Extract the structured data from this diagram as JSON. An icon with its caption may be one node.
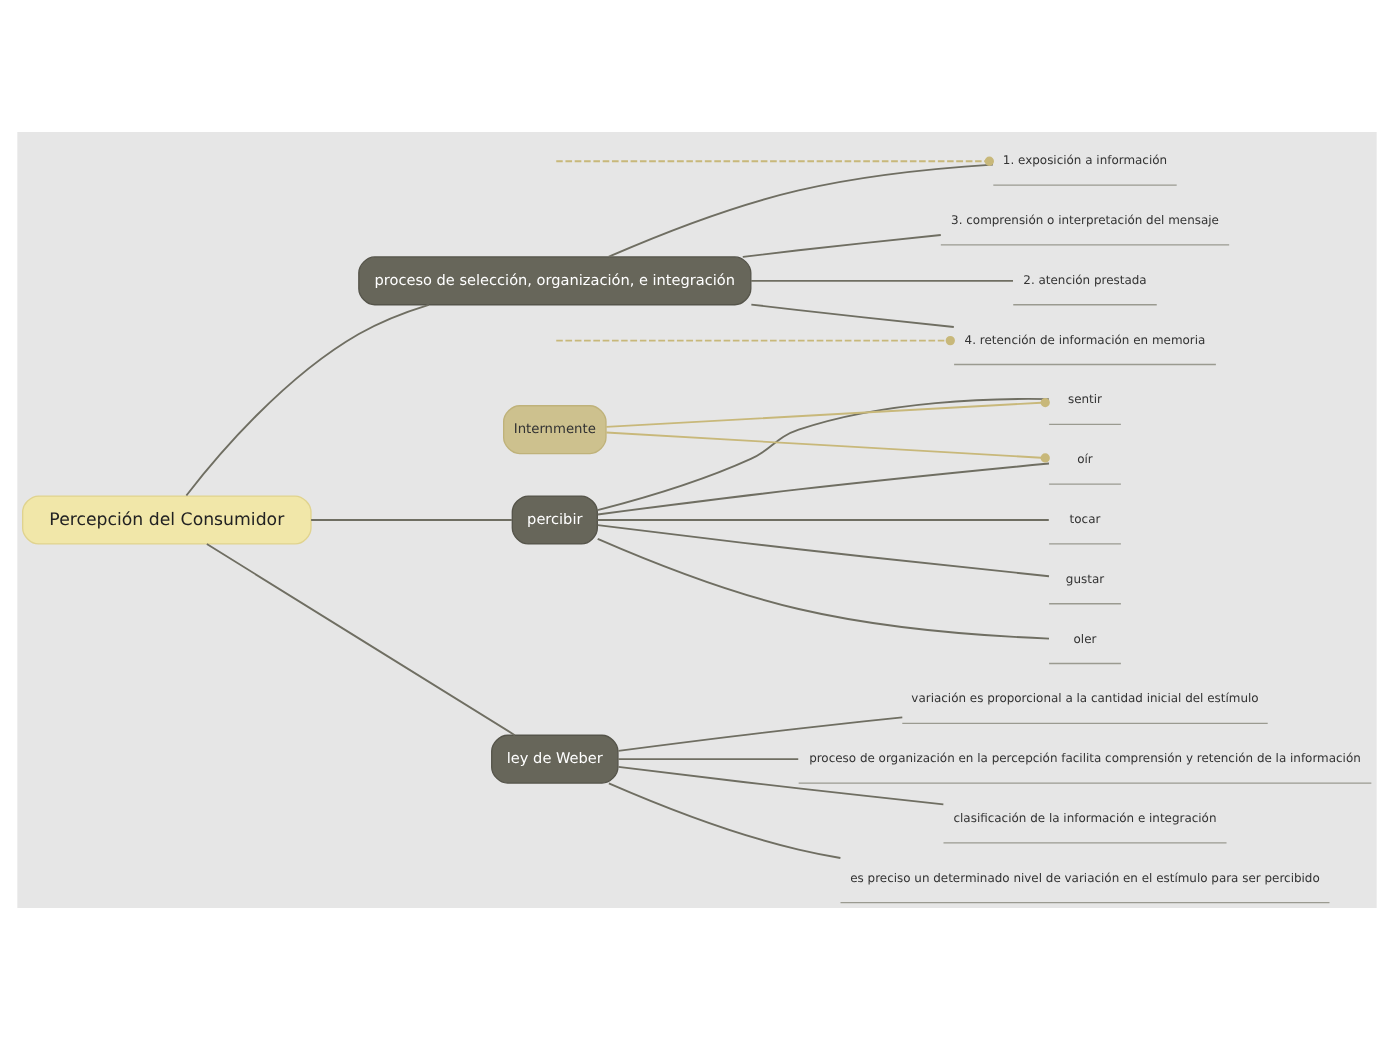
{
  "diagram": {
    "nodes": [
      {
        "text": [
          "Percepción del Consumidor"
        ]
      },
      {
        "text": [
          "proceso de selección, organización, e integración"
        ]
      },
      {
        "text": [
          "1. exposición a información"
        ]
      },
      {
        "text": [
          "2. atención prestada"
        ]
      },
      {
        "text": [
          "3. comprensión o interpretación del mensaje"
        ]
      },
      {
        "text": [
          "4. retención de información en memoria"
        ]
      },
      {
        "text": [
          "percibir"
        ]
      },
      {
        "text": [
          "oír"
        ]
      },
      {
        "text": [
          "tocar"
        ]
      },
      {
        "text": [
          "gustar"
        ]
      },
      {
        "text": [
          "oler"
        ]
      },
      {
        "text": [
          "sentir"
        ]
      },
      {
        "text": [
          "Internmente"
        ]
      },
      {
        "text": [
          "ley de Weber"
        ]
      },
      {
        "text": [
          "es preciso un determinado nivel de variación en el estímulo para ser percibido"
        ]
      },
      {
        "text": [
          "variación es proporcional a la cantidad inicial del estímulo"
        ]
      },
      {
        "text": [
          "proceso de organización en la percepción facilita comprensión y retención de la información"
        ]
      },
      {
        "text": [
          "clasificación de la información e integración"
        ]
      }
    ],
    "edges": [
      {
        "from": 0,
        "to": 1,
        "arrow": "none"
      },
      {
        "from": 1,
        "to": 2,
        "arrow": "none"
      },
      {
        "from": 1,
        "to": 3,
        "arrow": "none"
      },
      {
        "from": 1,
        "to": 4,
        "arrow": "none"
      },
      {
        "from": 1,
        "to": 5,
        "arrow": "none"
      },
      {
        "from": 0,
        "to": 6,
        "arrow": "none"
      },
      {
        "from": 6,
        "to": 7,
        "arrow": "none"
      },
      {
        "from": 6,
        "to": 8,
        "arrow": "none"
      },
      {
        "from": 6,
        "to": 9,
        "arrow": "none"
      },
      {
        "from": 6,
        "to": 10,
        "arrow": "none"
      },
      {
        "from": 6,
        "to": 11,
        "arrow": "none"
      },
      {
        "from": 12,
        "to": 7,
        "arrow": "other",
        "color": "#c8b87a"
      },
      {
        "from": 12,
        "to": 11,
        "arrow": "other",
        "color": "#c8b87a"
      },
      {
        "from": 0,
        "to": 13,
        "arrow": "none"
      },
      {
        "from": 13,
        "to": 14,
        "arrow": "none"
      },
      {
        "from": 13,
        "to": 15,
        "arrow": "none"
      },
      {
        "from": 13,
        "to": 16,
        "arrow": "none"
      },
      {
        "from": 13,
        "to": 17,
        "arrow": "none"
      },
      {
        "from": null,
        "to": 2,
        "arrow": "other",
        "style": "dashed",
        "color": "#c8b87a"
      },
      {
        "from": null,
        "to": 5,
        "arrow": "other",
        "style": "dashed",
        "color": "#c8b87a"
      }
    ]
  }
}
